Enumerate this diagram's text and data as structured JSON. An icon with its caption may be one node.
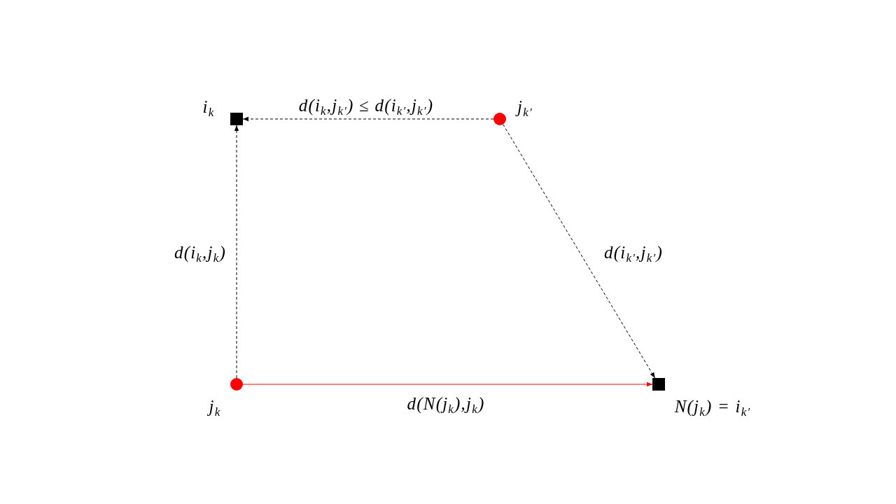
{
  "diagram": {
    "nodes": [
      {
        "text": [],
        "shape": "box",
        "beside": [
          "i$_{k}$"
        ]
      },
      {
        "text": [],
        "shape": "circle",
        "beside": [
          "j$_{k′}$"
        ]
      },
      {
        "text": [],
        "shape": "circle",
        "beside": [
          "j$_{k}$"
        ]
      },
      {
        "text": [],
        "shape": "box",
        "beside": [
          "N(j$_{k}$) = i$_{k′}$"
        ]
      }
    ],
    "edges": [
      {
        "from": 1,
        "to": 0,
        "arrow": "to",
        "label": "d(i$_{k}$,j$_{k′}$) ≤ d(i$_{k′}$,j$_{k′}$)",
        "style": "dashed"
      },
      {
        "from": 2,
        "to": 0,
        "arrow": "to",
        "label": "d(i$_{k}$,j$_{k}$)",
        "style": "dashed"
      },
      {
        "from": 1,
        "to": 3,
        "arrow": "to",
        "label": "d(i$_{k′}$,j$_{k′}$)",
        "style": "dashed"
      },
      {
        "from": 2,
        "to": 3,
        "arrow": "to",
        "label": "d(N(j$_{k}$),j$_{k}$)",
        "color": "#ff0000"
      }
    ]
  }
}
